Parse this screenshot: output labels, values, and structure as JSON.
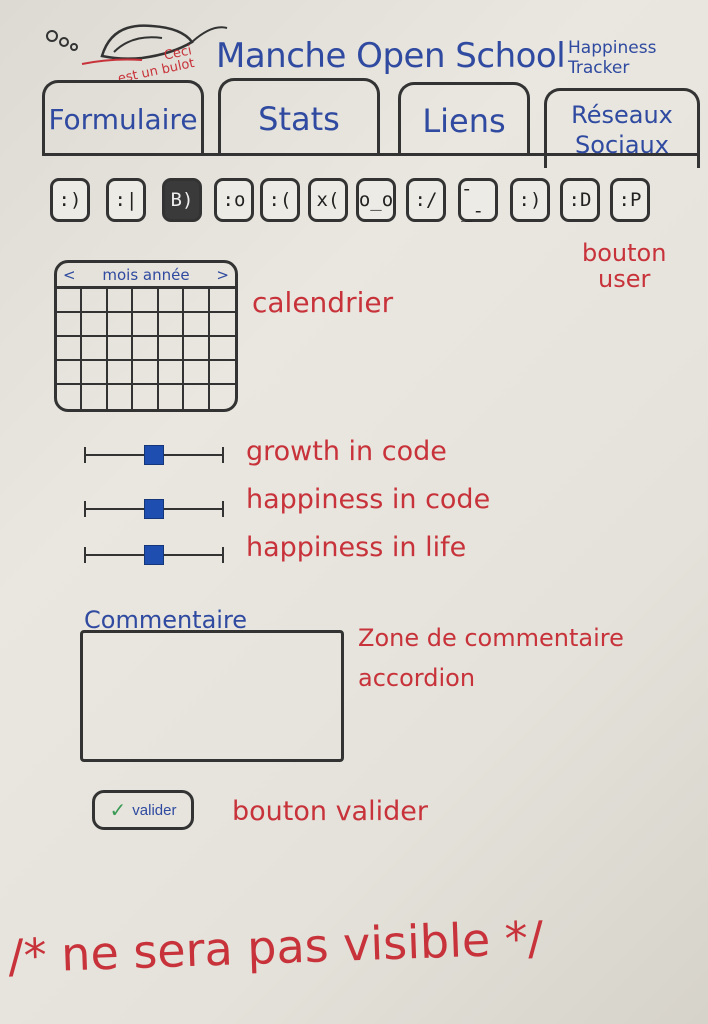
{
  "header": {
    "title": "Manche Open School",
    "app_name_line1": "Happiness",
    "app_name_line2": "Tracker",
    "logo_note_line1": "Ceci",
    "logo_note_line2": "est un bulot"
  },
  "tabs": [
    {
      "label": "Formulaire"
    },
    {
      "label": "Stats"
    },
    {
      "label": "Liens"
    },
    {
      "label_line1": "Réseaux",
      "label_line2": "Sociaux"
    }
  ],
  "users": {
    "faces": [
      ":)",
      ":|",
      "B)",
      ":o",
      ":(",
      "x(",
      "o_o",
      ":/",
      "-_-",
      ":)",
      ":D",
      ":P"
    ],
    "note_line1": "bouton",
    "note_line2": "user"
  },
  "calendar": {
    "prev_label": "<",
    "header_label": "mois année",
    "next_label": ">",
    "note": "calendrier"
  },
  "sliders": [
    {
      "label": "growth in code",
      "value": 0.5
    },
    {
      "label": "happiness in code",
      "value": 0.5
    },
    {
      "label": "happiness in life",
      "value": 0.5
    }
  ],
  "comment": {
    "label": "Commentaire",
    "value": "",
    "note_line1": "Zone de commentaire",
    "note_line2": "accordion"
  },
  "submit": {
    "check": "✓",
    "label": "valider",
    "note": "bouton valider"
  },
  "footer_note": "/* ne sera pas visible */",
  "colors": {
    "blue_ink": "#2f4aa0",
    "red_ink": "#c8323a",
    "slider_thumb": "#1e4fb0"
  }
}
